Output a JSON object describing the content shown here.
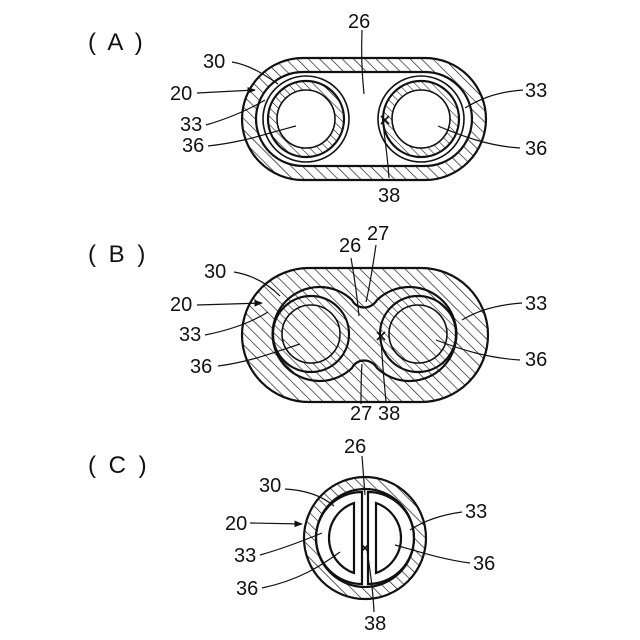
{
  "figure": {
    "panels": [
      {
        "id": "A",
        "panel_label": "( A )",
        "labels": {
          "l26": "26",
          "l30": "30",
          "l20": "20",
          "l33l": "33",
          "l36l": "36",
          "l33r": "33",
          "l36r": "36",
          "l38": "38"
        }
      },
      {
        "id": "B",
        "panel_label": "( B )",
        "labels": {
          "l26": "26",
          "l27t": "27",
          "l30": "30",
          "l20": "20",
          "l33l": "33",
          "l36l": "36",
          "l33r": "33",
          "l36r": "36",
          "l27b": "27",
          "l38": "38"
        }
      },
      {
        "id": "C",
        "panel_label": "( C )",
        "labels": {
          "l26": "26",
          "l30": "30",
          "l20": "20",
          "l33l": "33",
          "l36l": "36",
          "l33r": "33",
          "l36r": "36",
          "l38": "38"
        }
      }
    ]
  }
}
